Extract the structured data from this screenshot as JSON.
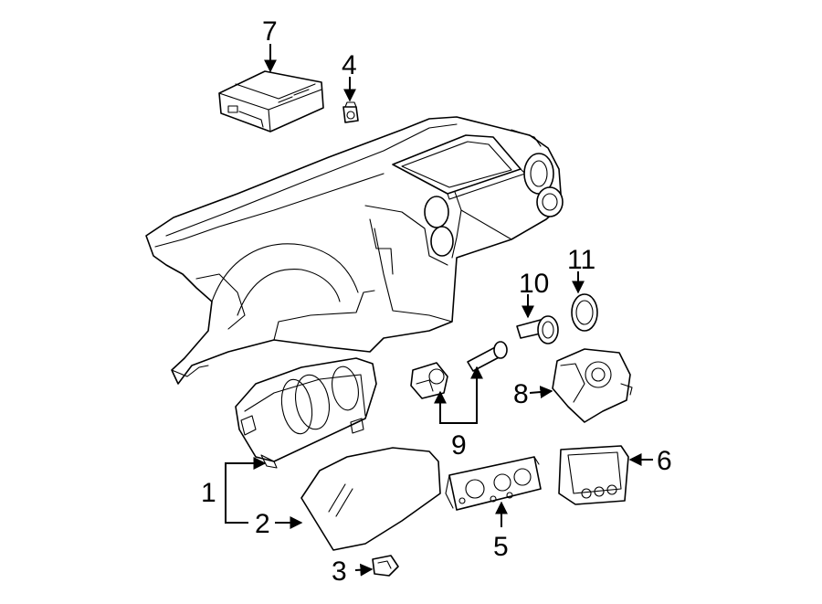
{
  "diagram": {
    "background": "#ffffff",
    "line_color": "#000000",
    "callouts": [
      "1",
      "2",
      "3",
      "4",
      "5",
      "6",
      "7",
      "8",
      "9",
      "10",
      "11"
    ]
  }
}
